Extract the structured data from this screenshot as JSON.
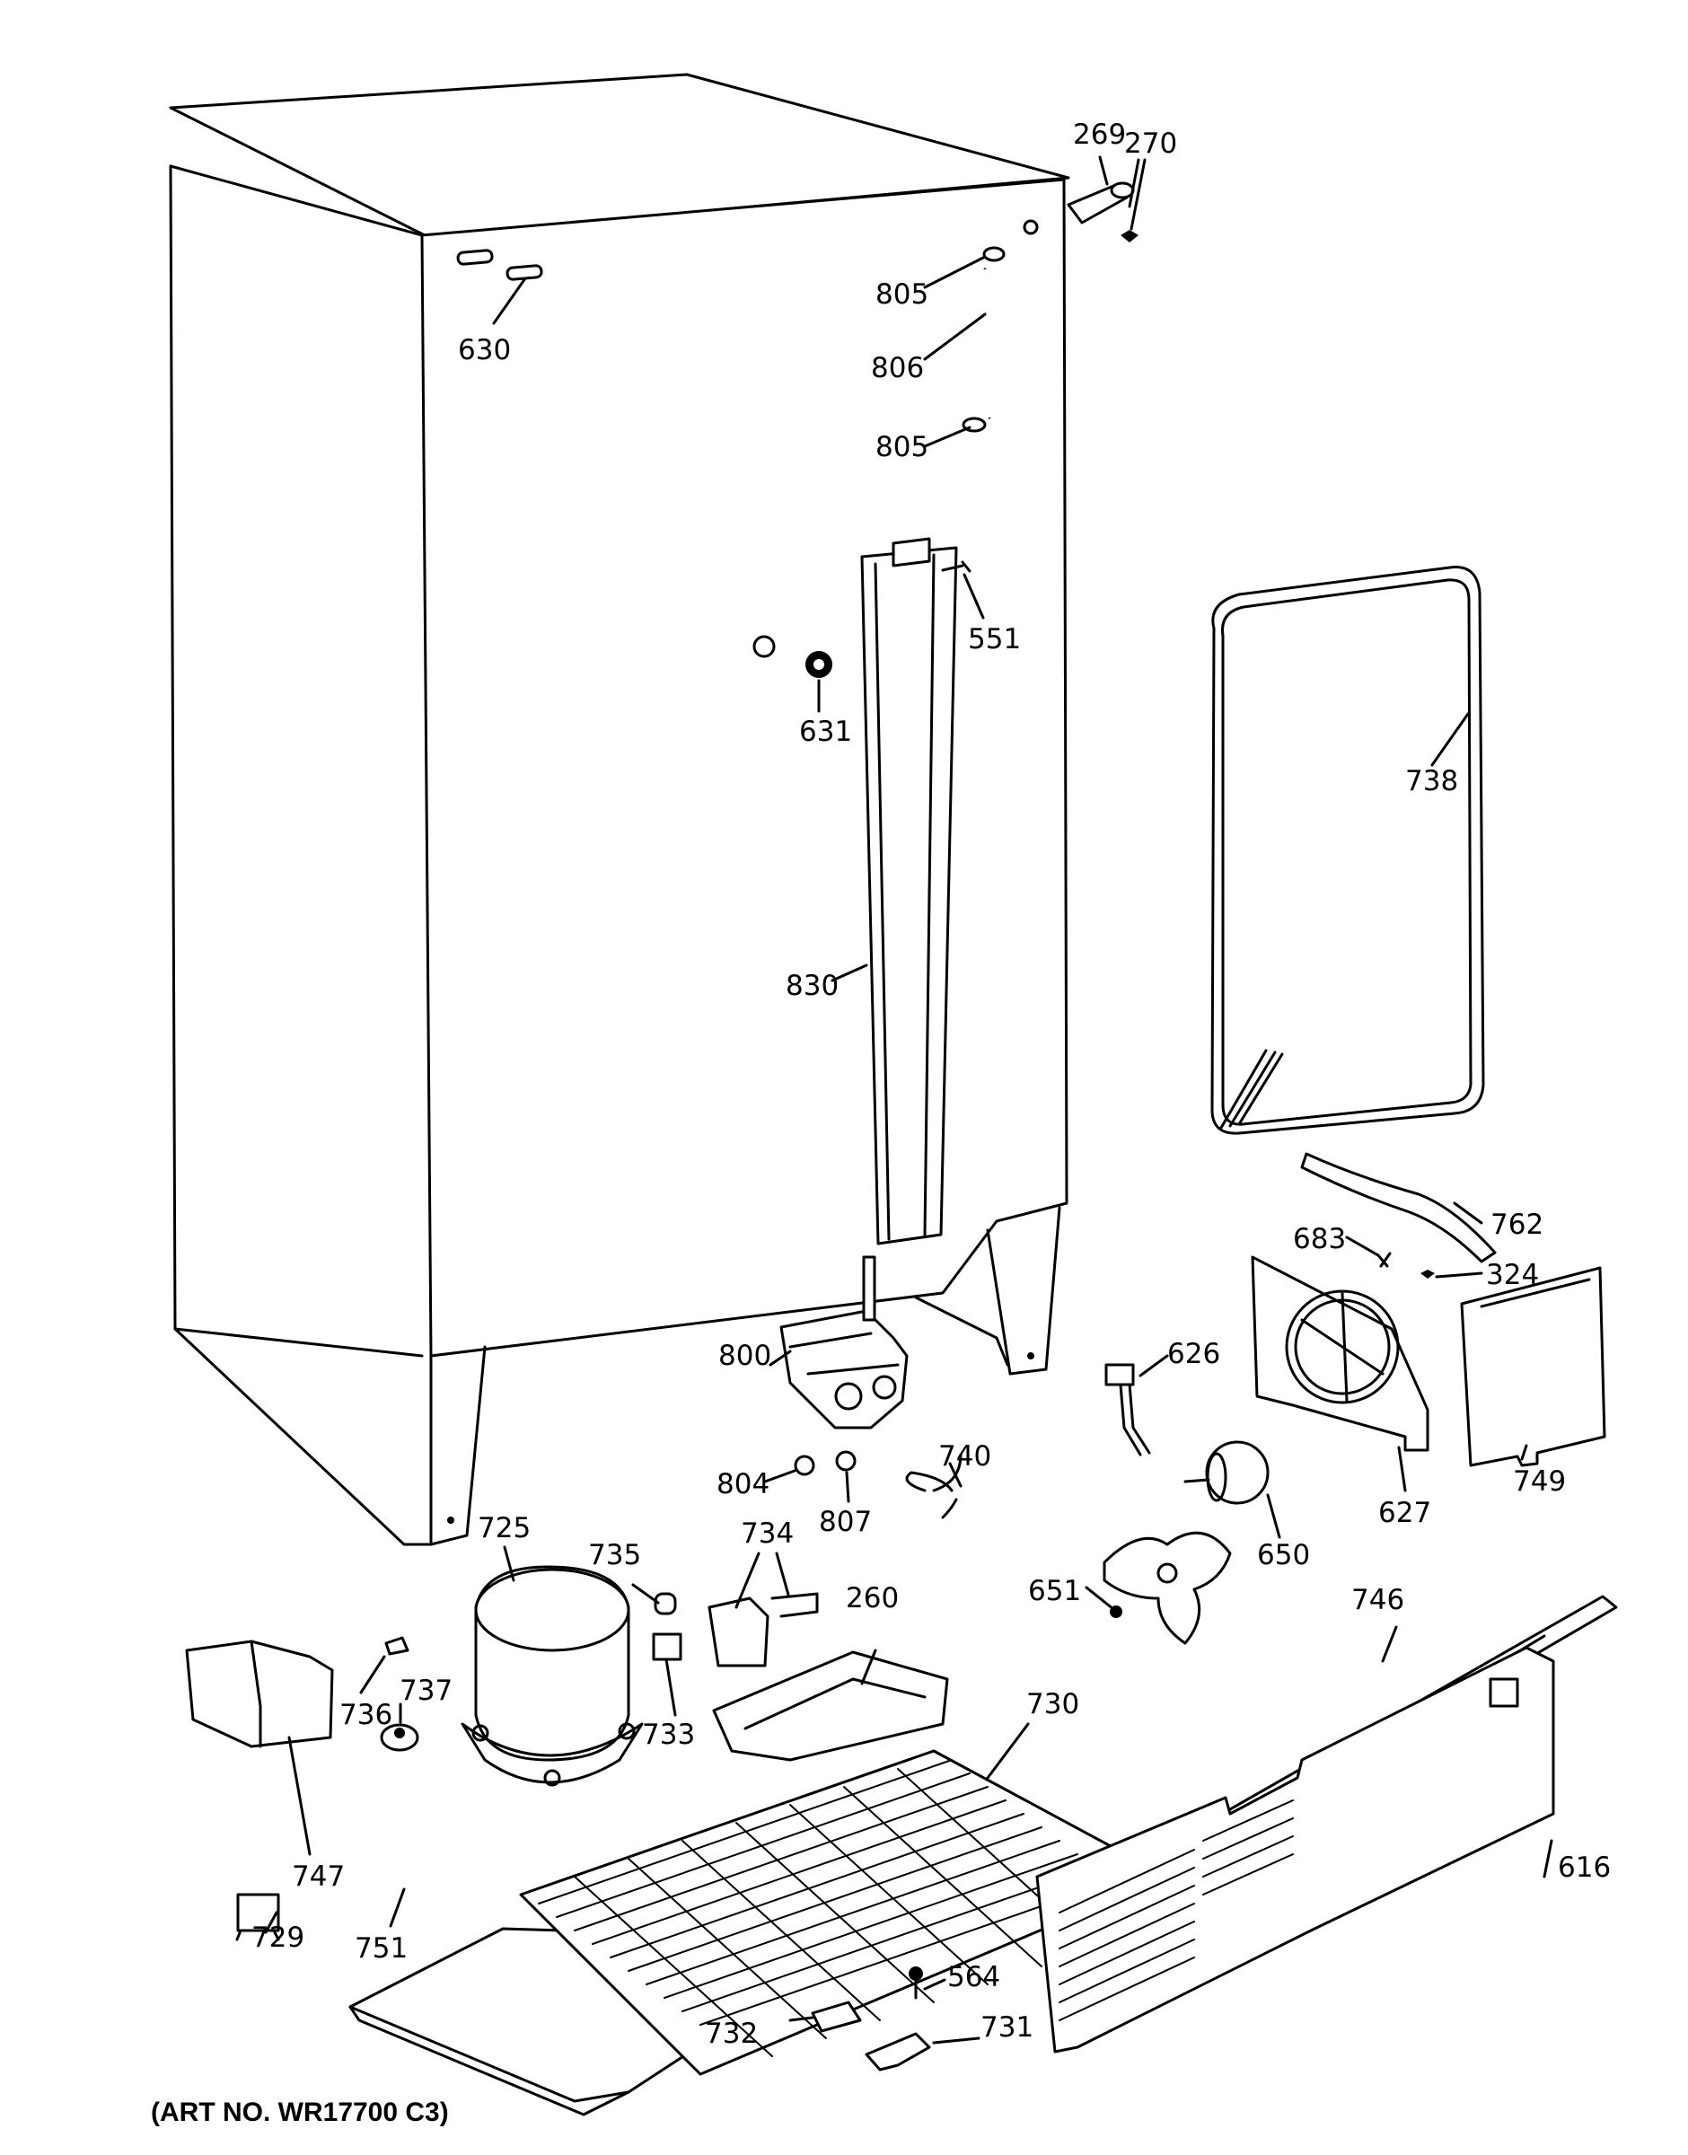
{
  "diagram": {
    "art_number": "(ART NO. WR17700 C3)",
    "callouts": [
      {
        "id": "c269",
        "text": "269"
      },
      {
        "id": "c270",
        "text": "270"
      },
      {
        "id": "c630",
        "text": "630"
      },
      {
        "id": "c805a",
        "text": "805"
      },
      {
        "id": "c806",
        "text": "806"
      },
      {
        "id": "c805b",
        "text": "805"
      },
      {
        "id": "c551",
        "text": "551"
      },
      {
        "id": "c631",
        "text": "631"
      },
      {
        "id": "c738",
        "text": "738"
      },
      {
        "id": "c830",
        "text": "830"
      },
      {
        "id": "c762",
        "text": "762"
      },
      {
        "id": "c683",
        "text": "683"
      },
      {
        "id": "c324",
        "text": "324"
      },
      {
        "id": "c800",
        "text": "800"
      },
      {
        "id": "c626",
        "text": "626"
      },
      {
        "id": "c749",
        "text": "749"
      },
      {
        "id": "c804",
        "text": "804"
      },
      {
        "id": "c807",
        "text": "807"
      },
      {
        "id": "c740",
        "text": "740"
      },
      {
        "id": "c627",
        "text": "627"
      },
      {
        "id": "c725",
        "text": "725"
      },
      {
        "id": "c735",
        "text": "735"
      },
      {
        "id": "c734",
        "text": "734"
      },
      {
        "id": "c650",
        "text": "650"
      },
      {
        "id": "c651",
        "text": "651"
      },
      {
        "id": "c260",
        "text": "260"
      },
      {
        "id": "c746",
        "text": "746"
      },
      {
        "id": "c736",
        "text": "736"
      },
      {
        "id": "c737",
        "text": "737"
      },
      {
        "id": "c733",
        "text": "733"
      },
      {
        "id": "c730",
        "text": "730"
      },
      {
        "id": "c747",
        "text": "747"
      },
      {
        "id": "c616",
        "text": "616"
      },
      {
        "id": "c729",
        "text": "729"
      },
      {
        "id": "c751",
        "text": "751"
      },
      {
        "id": "c564",
        "text": "564"
      },
      {
        "id": "c732",
        "text": "732"
      },
      {
        "id": "c731",
        "text": "731"
      }
    ]
  }
}
